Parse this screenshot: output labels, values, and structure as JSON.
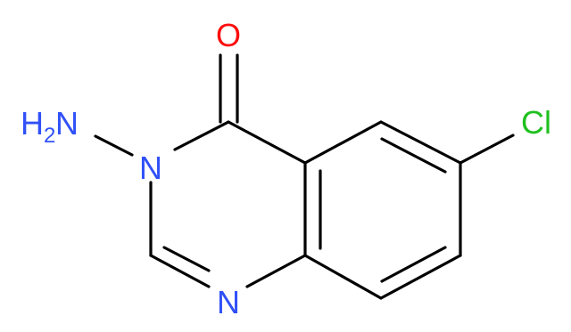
{
  "molecule": {
    "atoms": {
      "oxygen": {
        "label": "O",
        "color": "#ff0d0d"
      },
      "chlorine": {
        "label": "Cl",
        "color": "#1fc01f"
      },
      "n3": {
        "label": "N",
        "color": "#3050f8"
      },
      "n1": {
        "label": "N",
        "color": "#3050f8"
      },
      "amino": {
        "prefix": "H",
        "subscript": "2",
        "suffix": "N",
        "color": "#3050f8"
      }
    },
    "bond_color": "#000000"
  }
}
